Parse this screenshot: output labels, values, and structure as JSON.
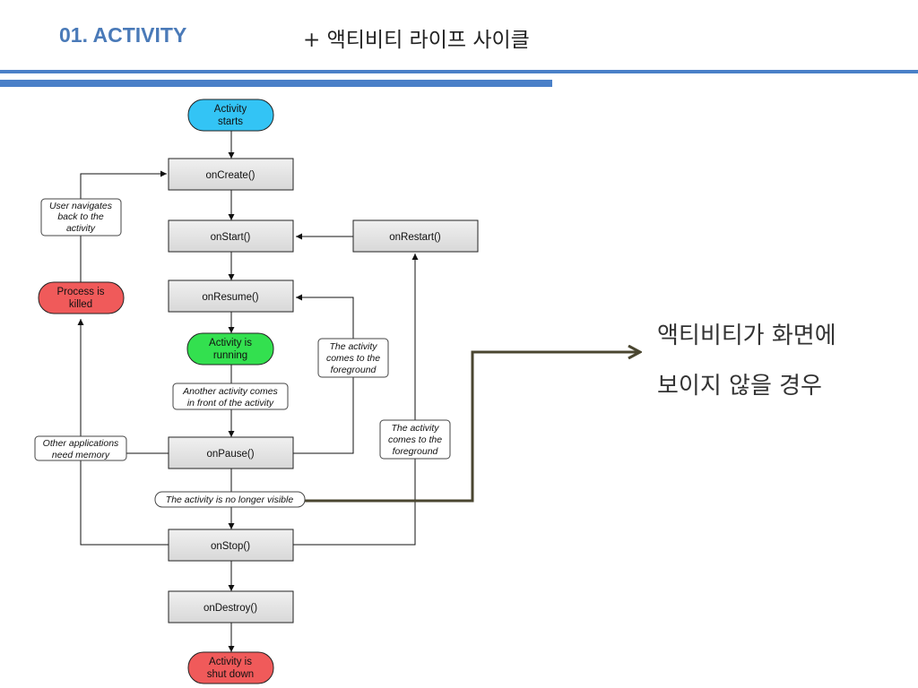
{
  "header": {
    "section": "01. ACTIVITY",
    "subtitle": "+ 액티비티 라이프 사이클"
  },
  "note": {
    "line1": "액티비티가 화면에",
    "line2": "보이지 않을 경우"
  },
  "colors": {
    "blue": "#4a80c8",
    "start": "#33c4f5",
    "running": "#33e04f",
    "killed": "#f05a5a",
    "method_box": "#e2e2e2",
    "note_arrow": "#4a4630"
  },
  "diagram": {
    "activity_starts": [
      "Activity",
      "starts"
    ],
    "on_create": "onCreate()",
    "on_start": "onStart()",
    "on_restart": "onRestart()",
    "on_resume": "onResume()",
    "activity_running": [
      "Activity is",
      "running"
    ],
    "on_pause": "onPause()",
    "on_stop": "onStop()",
    "on_destroy": "onDestroy()",
    "activity_shut_down": [
      "Activity is",
      "shut down"
    ],
    "process_killed": [
      "Process is",
      "killed"
    ],
    "user_navigates_back": [
      "User navigates",
      "back to the",
      "activity"
    ],
    "another_activity": [
      "Another activity comes",
      "in front of the activity"
    ],
    "other_apps_memory": [
      "Other applications",
      "need memory"
    ],
    "no_longer_visible": "The activity is no longer visible",
    "comes_to_foreground_resume": [
      "The activity",
      "comes to the",
      "foreground"
    ],
    "comes_to_foreground_restart": [
      "The activity",
      "comes to the",
      "foreground"
    ]
  }
}
